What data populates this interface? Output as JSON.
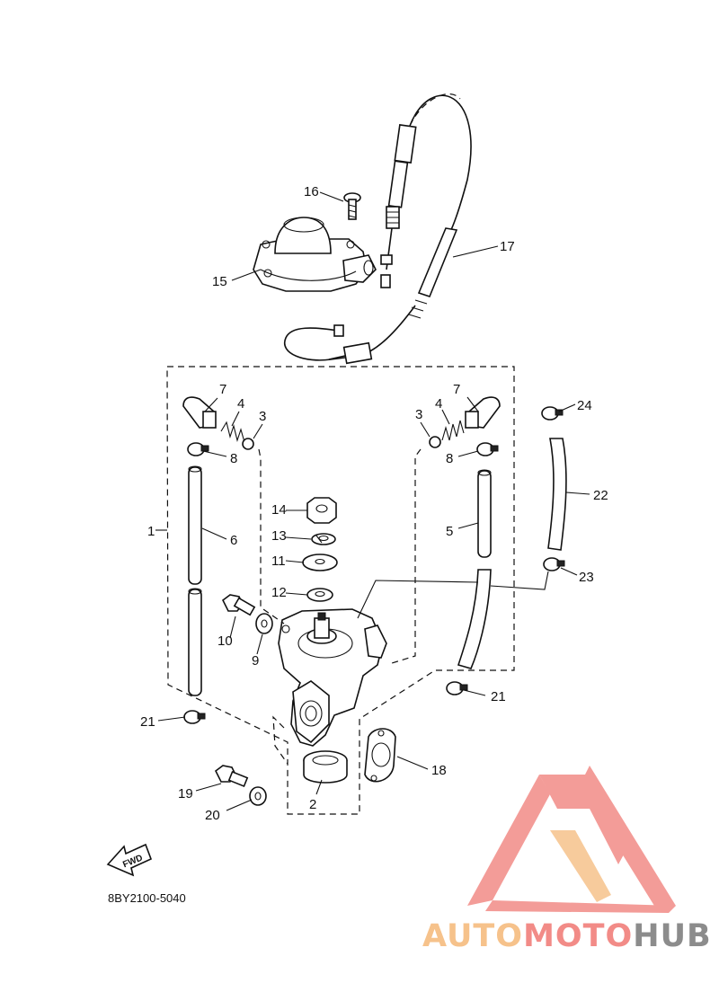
{
  "diagram_code": "8BY2100-5040",
  "fwd_label": "FWD",
  "callouts": {
    "c1": "1",
    "c2": "2",
    "c3a": "3",
    "c3b": "3",
    "c4a": "4",
    "c4b": "4",
    "c5": "5",
    "c6": "6",
    "c7a": "7",
    "c7b": "7",
    "c8a": "8",
    "c8b": "8",
    "c9": "9",
    "c10": "10",
    "c11": "11",
    "c12": "12",
    "c13": "13",
    "c14": "14",
    "c15": "15",
    "c16": "16",
    "c17": "17",
    "c18": "18",
    "c19": "19",
    "c20": "20",
    "c21a": "21",
    "c21b": "21",
    "c22": "22",
    "c23": "23",
    "c24": "24"
  },
  "watermark": {
    "part1": "AUTO",
    "part2": "MOTO",
    "part3": "HUB",
    "color_orange": "#F6C28B",
    "color_red": "#F28B87",
    "color_gray": "#8C8C8C"
  }
}
